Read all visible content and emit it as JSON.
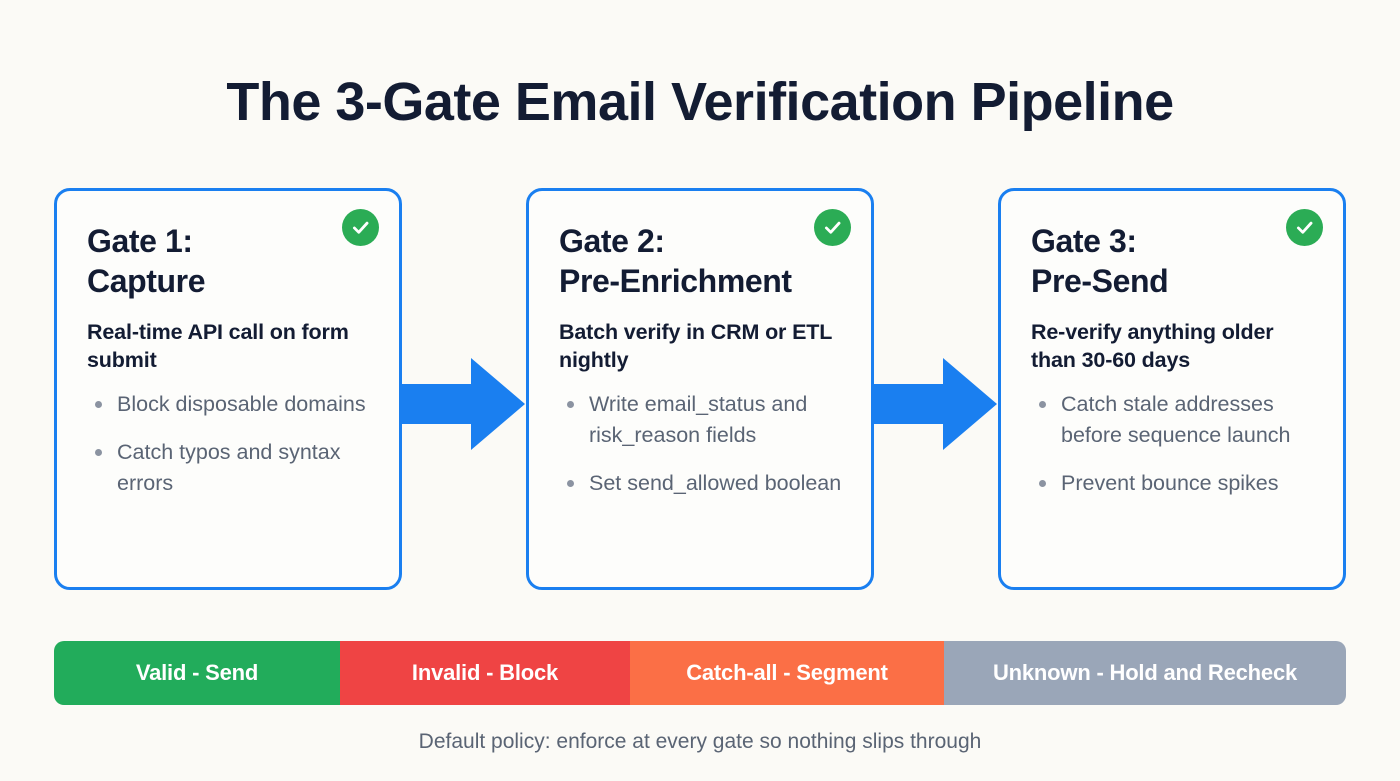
{
  "title": "The 3-Gate Email Verification Pipeline",
  "colors": {
    "background": "#fbfaf6",
    "card_border": "#1a7ff0",
    "card_fill": "#fdfdfb",
    "heading": "#131c33",
    "body_text": "#5a6474",
    "arrow": "#1a7ff0",
    "check_badge": "#2bac55",
    "valid": "#22ac5b",
    "invalid": "#ef4444",
    "catch_all": "#fb6f46",
    "unknown": "#9aa6b8"
  },
  "gates": [
    {
      "title": "Gate 1:\nCapture",
      "status_icon": "check-circle-icon",
      "subtitle": "Real-time API call on form submit",
      "bullets": [
        "Block disposable domains",
        "Catch typos and syntax errors"
      ]
    },
    {
      "title": "Gate 2:\nPre-Enrichment",
      "status_icon": "check-circle-icon",
      "subtitle": "Batch verify in CRM or ETL nightly",
      "bullets": [
        "Write email_status and risk_reason fields",
        "Set send_allowed boolean"
      ]
    },
    {
      "title": "Gate 3:\nPre-Send",
      "status_icon": "check-circle-icon",
      "subtitle": "Re-verify anything older than 30-60 days",
      "bullets": [
        "Catch stale addresses before sequence launch",
        "Prevent bounce spikes"
      ]
    }
  ],
  "connectors": [
    {
      "icon": "arrow-right-icon"
    },
    {
      "icon": "arrow-right-icon"
    }
  ],
  "legend": [
    {
      "label": "Valid - Send",
      "color": "#22ac5b"
    },
    {
      "label": "Invalid - Block",
      "color": "#ef4444"
    },
    {
      "label": "Catch-all - Segment",
      "color": "#fb6f46"
    },
    {
      "label": "Unknown - Hold and Recheck",
      "color": "#9aa6b8"
    }
  ],
  "footer": "Default policy: enforce at every gate so nothing slips through"
}
